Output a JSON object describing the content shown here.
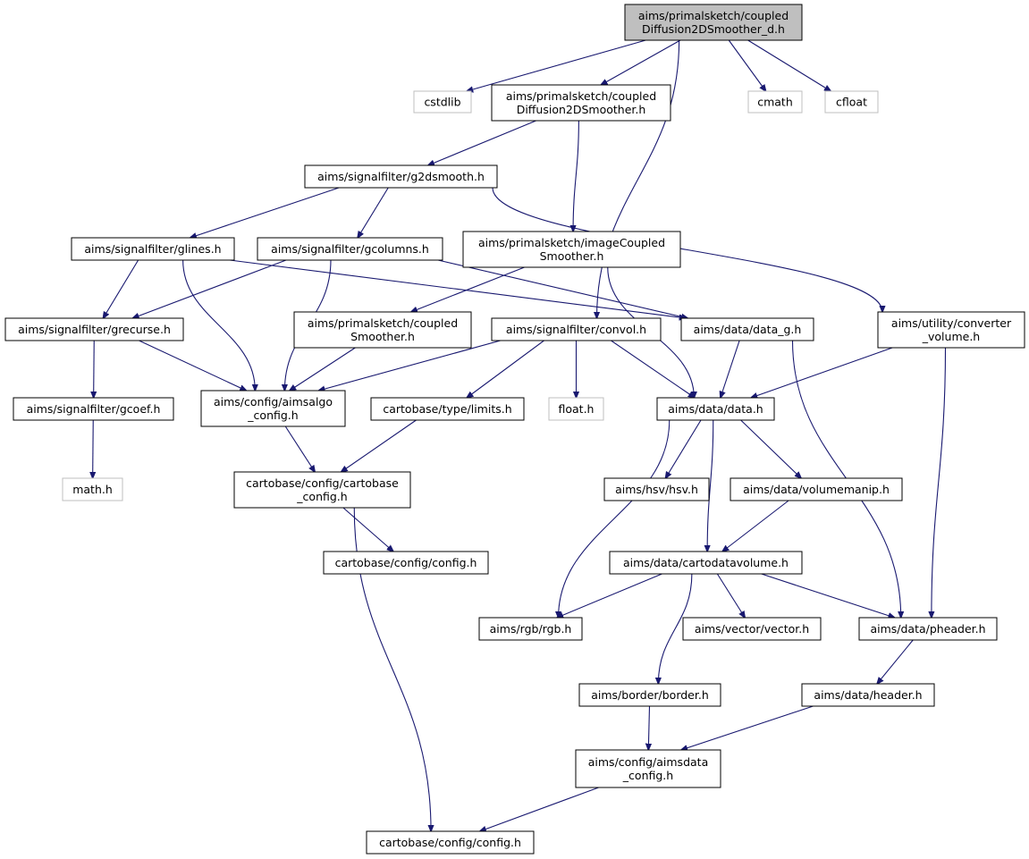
{
  "colors": {
    "edge": "#191970",
    "root_fill": "#bfbfbf",
    "node_border": "#000000",
    "missing_border": "#bfbfbf",
    "background": "#ffffff"
  },
  "nodes": {
    "root": {
      "lines": [
        "aims/primalsketch/coupled",
        "Diffusion2DSmoother_d.h"
      ],
      "kind": "root"
    },
    "cstdlib": {
      "lines": [
        "cstdlib"
      ],
      "kind": "missing"
    },
    "cds": {
      "lines": [
        "aims/primalsketch/coupled",
        "Diffusion2DSmoother.h"
      ],
      "kind": "normal"
    },
    "cmath": {
      "lines": [
        "cmath"
      ],
      "kind": "missing"
    },
    "cfloat": {
      "lines": [
        "cfloat"
      ],
      "kind": "missing"
    },
    "g2dsmooth": {
      "lines": [
        "aims/signalfilter/g2dsmooth.h"
      ],
      "kind": "normal"
    },
    "glines": {
      "lines": [
        "aims/signalfilter/glines.h"
      ],
      "kind": "normal"
    },
    "gcolumns": {
      "lines": [
        "aims/signalfilter/gcolumns.h"
      ],
      "kind": "normal"
    },
    "ics": {
      "lines": [
        "aims/primalsketch/imageCoupled",
        "Smoother.h"
      ],
      "kind": "normal"
    },
    "grecurse": {
      "lines": [
        "aims/signalfilter/grecurse.h"
      ],
      "kind": "normal"
    },
    "coupledsm": {
      "lines": [
        "aims/primalsketch/coupled",
        "Smoother.h"
      ],
      "kind": "normal"
    },
    "convol": {
      "lines": [
        "aims/signalfilter/convol.h"
      ],
      "kind": "normal"
    },
    "datag": {
      "lines": [
        "aims/data/data_g.h"
      ],
      "kind": "normal"
    },
    "convvol": {
      "lines": [
        "aims/utility/converter",
        "_volume.h"
      ],
      "kind": "normal"
    },
    "gcoef": {
      "lines": [
        "aims/signalfilter/gcoef.h"
      ],
      "kind": "normal"
    },
    "aimsalgo": {
      "lines": [
        "aims/config/aimsalgo",
        "_config.h"
      ],
      "kind": "normal"
    },
    "limits": {
      "lines": [
        "cartobase/type/limits.h"
      ],
      "kind": "normal"
    },
    "floath": {
      "lines": [
        "float.h"
      ],
      "kind": "missing"
    },
    "data": {
      "lines": [
        "aims/data/data.h"
      ],
      "kind": "normal"
    },
    "mathh": {
      "lines": [
        "math.h"
      ],
      "kind": "missing"
    },
    "cbconfig": {
      "lines": [
        "cartobase/config/cartobase",
        "_config.h"
      ],
      "kind": "normal"
    },
    "hsv": {
      "lines": [
        "aims/hsv/hsv.h"
      ],
      "kind": "normal"
    },
    "volmanip": {
      "lines": [
        "aims/data/volumemanip.h"
      ],
      "kind": "normal"
    },
    "config1": {
      "lines": [
        "cartobase/config/config.h"
      ],
      "kind": "normal"
    },
    "cartodv": {
      "lines": [
        "aims/data/cartodatavolume.h"
      ],
      "kind": "normal"
    },
    "rgb": {
      "lines": [
        "aims/rgb/rgb.h"
      ],
      "kind": "normal"
    },
    "vector": {
      "lines": [
        "aims/vector/vector.h"
      ],
      "kind": "normal"
    },
    "pheader": {
      "lines": [
        "aims/data/pheader.h"
      ],
      "kind": "normal"
    },
    "border": {
      "lines": [
        "aims/border/border.h"
      ],
      "kind": "normal"
    },
    "header": {
      "lines": [
        "aims/data/header.h"
      ],
      "kind": "normal"
    },
    "aimsdata": {
      "lines": [
        "aims/config/aimsdata",
        "_config.h"
      ],
      "kind": "normal"
    },
    "config2": {
      "lines": [
        "cartobase/config/config.h"
      ],
      "kind": "normal"
    }
  },
  "edges": [
    [
      "root",
      "cstdlib"
    ],
    [
      "root",
      "cds"
    ],
    [
      "root",
      "convol"
    ],
    [
      "root",
      "cmath"
    ],
    [
      "root",
      "cfloat"
    ],
    [
      "cds",
      "g2dsmooth"
    ],
    [
      "cds",
      "ics"
    ],
    [
      "g2dsmooth",
      "glines"
    ],
    [
      "g2dsmooth",
      "gcolumns"
    ],
    [
      "g2dsmooth",
      "convvol"
    ],
    [
      "glines",
      "grecurse"
    ],
    [
      "glines",
      "aimsalgo"
    ],
    [
      "glines",
      "datag"
    ],
    [
      "gcolumns",
      "grecurse"
    ],
    [
      "gcolumns",
      "aimsalgo"
    ],
    [
      "gcolumns",
      "datag"
    ],
    [
      "ics",
      "coupledsm"
    ],
    [
      "ics",
      "data"
    ],
    [
      "grecurse",
      "gcoef"
    ],
    [
      "grecurse",
      "aimsalgo"
    ],
    [
      "coupledsm",
      "aimsalgo"
    ],
    [
      "convol",
      "aimsalgo"
    ],
    [
      "convol",
      "limits"
    ],
    [
      "convol",
      "floath"
    ],
    [
      "convol",
      "data"
    ],
    [
      "datag",
      "data"
    ],
    [
      "datag",
      "pheader"
    ],
    [
      "convvol",
      "data"
    ],
    [
      "convvol",
      "pheader"
    ],
    [
      "gcoef",
      "mathh"
    ],
    [
      "aimsalgo",
      "cbconfig"
    ],
    [
      "limits",
      "cbconfig"
    ],
    [
      "data",
      "rgb"
    ],
    [
      "data",
      "cartodv"
    ],
    [
      "data",
      "hsv"
    ],
    [
      "data",
      "volmanip"
    ],
    [
      "cbconfig",
      "config1"
    ],
    [
      "cbconfig",
      "config2"
    ],
    [
      "volmanip",
      "cartodv"
    ],
    [
      "cartodv",
      "rgb"
    ],
    [
      "cartodv",
      "border"
    ],
    [
      "cartodv",
      "vector"
    ],
    [
      "cartodv",
      "pheader"
    ],
    [
      "pheader",
      "header"
    ],
    [
      "border",
      "aimsdata"
    ],
    [
      "header",
      "aimsdata"
    ],
    [
      "aimsdata",
      "config2"
    ]
  ]
}
